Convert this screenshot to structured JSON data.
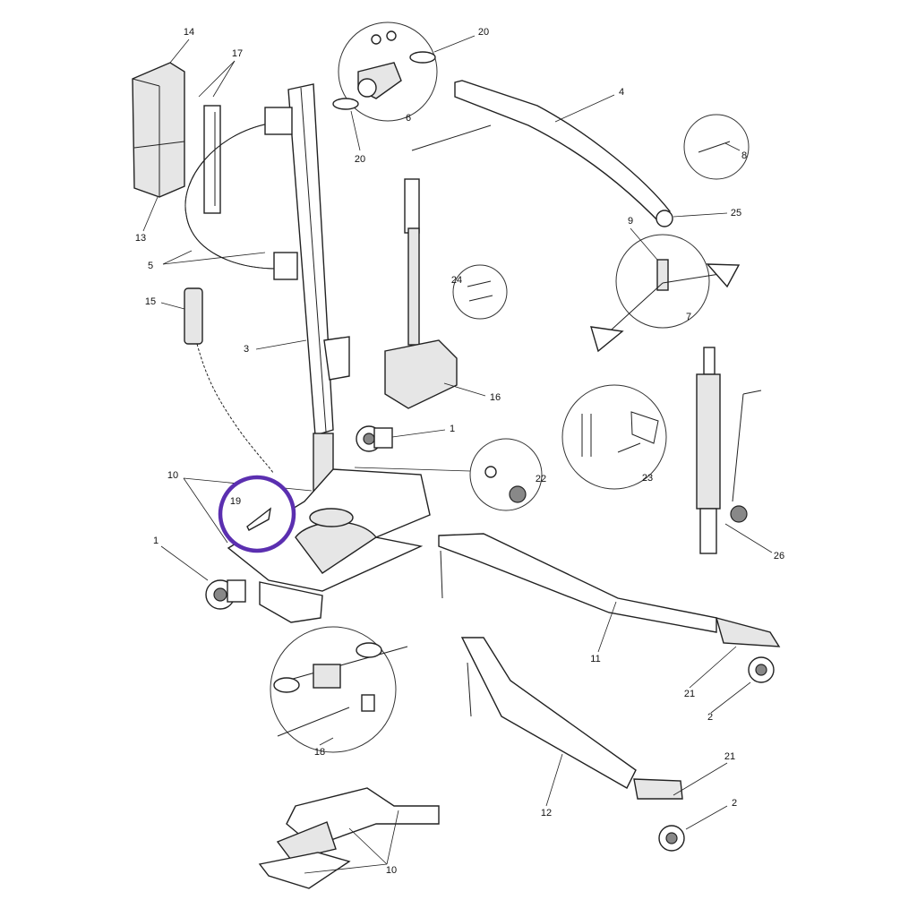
{
  "diagram": {
    "callouts": [
      "14",
      "17",
      "20",
      "6",
      "20",
      "4",
      "8",
      "13",
      "5",
      "25",
      "9",
      "24",
      "7",
      "15",
      "3",
      "16",
      "1",
      "10",
      "22",
      "23",
      "19",
      "1",
      "26",
      "11",
      "21",
      "2",
      "18",
      "21",
      "12",
      "2",
      "10"
    ],
    "highlight_color": "#5b2fb0",
    "highlighted_part": "19"
  }
}
